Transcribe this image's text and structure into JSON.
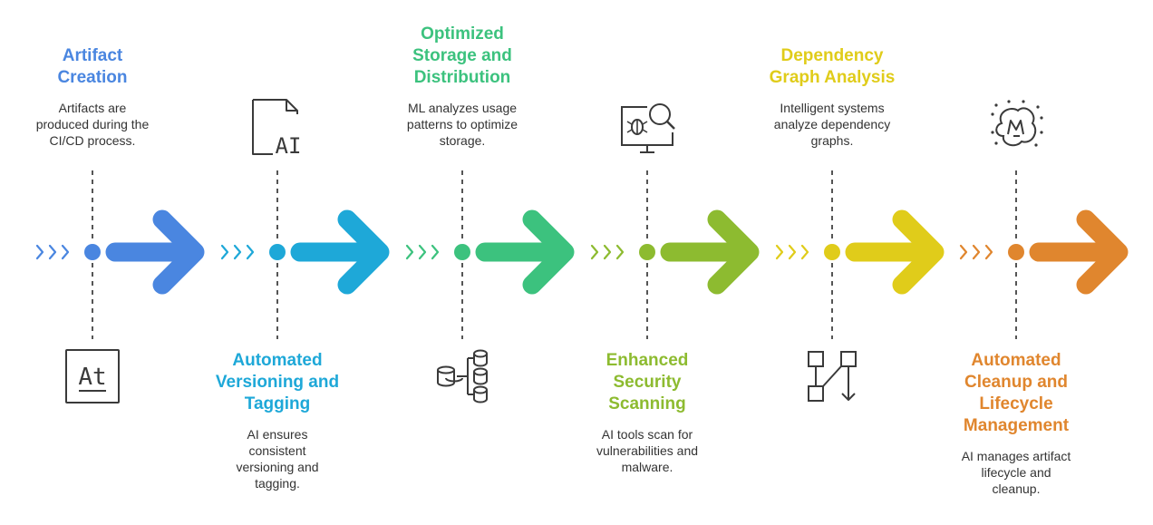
{
  "steps": [
    {
      "title": [
        "Artifact",
        "Creation"
      ],
      "description": [
        "Artifacts are",
        "produced during the",
        "CI/CD process."
      ],
      "color": "#4A86E0",
      "icon": "artifact-at-icon"
    },
    {
      "title": [
        "Automated",
        "Versioning and",
        "Tagging"
      ],
      "description": [
        "AI ensures",
        "consistent",
        "versioning and",
        "tagging."
      ],
      "color": "#1EA8D8",
      "icon": "ai-document-icon"
    },
    {
      "title": [
        "Optimized",
        "Storage and",
        "Distribution"
      ],
      "description": [
        "ML analyzes usage",
        "patterns to optimize",
        "storage."
      ],
      "color": "#3CC27E",
      "icon": "database-network-icon"
    },
    {
      "title": [
        "Enhanced",
        "Security",
        "Scanning"
      ],
      "description": [
        "AI tools scan for",
        "vulnerabilities and",
        "malware."
      ],
      "color": "#8DBB30",
      "icon": "security-scan-icon"
    },
    {
      "title": [
        "Dependency",
        "Graph Analysis"
      ],
      "description": [
        "Intelligent systems",
        "analyze dependency",
        "graphs."
      ],
      "color": "#E0CC1A",
      "icon": "dependency-graph-icon"
    },
    {
      "title": [
        "Automated",
        "Cleanup and",
        "Lifecycle",
        "Management"
      ],
      "description": [
        "AI manages artifact",
        "lifecycle and",
        "cleanup."
      ],
      "color": "#E0862E",
      "icon": "cleanup-brush-icon"
    }
  ]
}
